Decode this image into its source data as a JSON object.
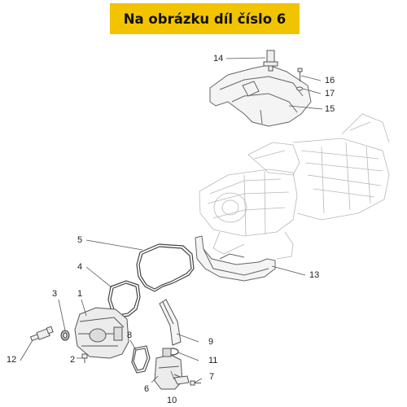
{
  "banner": {
    "text": "Na obrázku díl číslo 6",
    "bg": "#f2c400"
  },
  "callouts": {
    "c1": "1",
    "c2": "2",
    "c3": "3",
    "c4": "4",
    "c5": "5",
    "c6": "6",
    "c7": "7",
    "c8": "8",
    "c9": "9",
    "c10": "10",
    "c11": "11",
    "c12": "12",
    "c13": "13",
    "c14": "14",
    "c15": "15",
    "c16": "16",
    "c17": "17"
  },
  "colors": {
    "line": "#555555",
    "faint": "#b8b8b8",
    "part": "#666666"
  }
}
